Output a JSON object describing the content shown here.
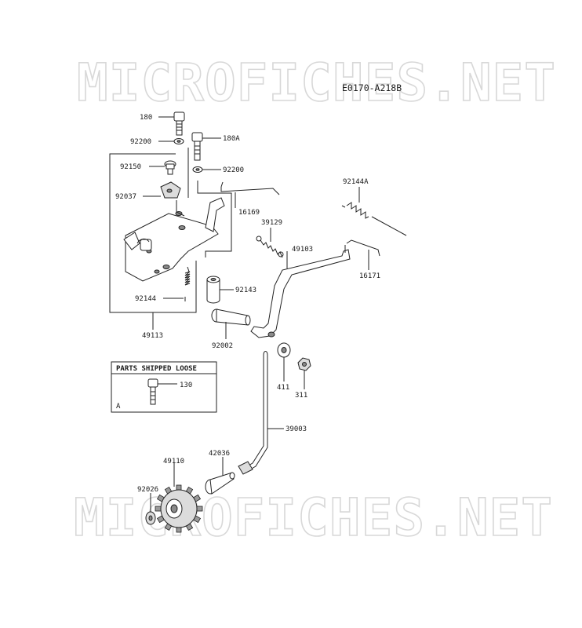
{
  "diagram_code": "E0170-A218B",
  "watermark": "MICROFICHES.NET",
  "loose_box": {
    "title": "PARTS SHIPPED LOOSE",
    "corner_mark": "A"
  },
  "parts": {
    "p180": "180",
    "p92200_top": "92200",
    "p180A": "180A",
    "p92150": "92150",
    "p92200_side": "92200",
    "p92037": "92037",
    "p16169": "16169",
    "p39129": "39129",
    "p49103": "49103",
    "p92144A": "92144A",
    "p16171": "16171",
    "p92144": "92144",
    "p92143": "92143",
    "p49113": "49113",
    "p92002": "92002",
    "p411": "411",
    "p311": "311",
    "p130": "130",
    "p39003": "39003",
    "p49110": "49110",
    "p42036": "42036",
    "p92026": "92026"
  }
}
